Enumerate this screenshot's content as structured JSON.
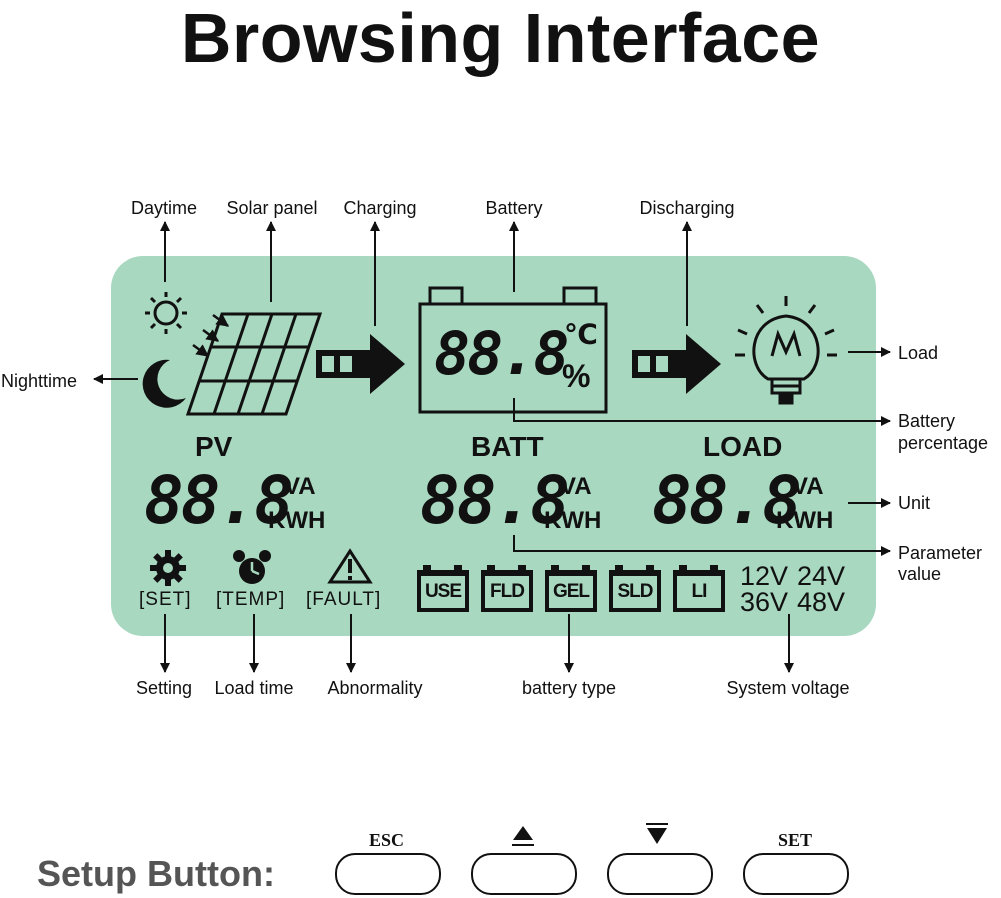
{
  "title": "Browsing Interface",
  "annotations": {
    "daytime": "Daytime",
    "solar_panel": "Solar panel",
    "charging": "Charging",
    "battery": "Battery",
    "discharging": "Discharging",
    "load": "Load",
    "nighttime": "Nighttime",
    "battery_percentage_line1": "Battery",
    "battery_percentage_line2": "percentage",
    "unit": "Unit",
    "parameter_value_line1": "Parameter",
    "parameter_value_line2": "value",
    "setting": "Setting",
    "load_time": "Load time",
    "abnormality": "Abnormality",
    "battery_type": "battery type",
    "system_voltage": "System voltage"
  },
  "display": {
    "battery_readout": "88.8",
    "celsius": "℃",
    "percent": "%",
    "pv_header": "PV",
    "batt_header": "BATT",
    "load_header": "LOAD",
    "pv_value": "88.8",
    "batt_value": "88.8",
    "load_value": "88.8",
    "unit_va": "VA",
    "unit_kwh": "KWH",
    "set_label": "[SET]",
    "temp_label": "[TEMP]",
    "fault_label": "[FAULT]",
    "battery_types": [
      "USE",
      "FLD",
      "GEL",
      "SLD",
      "LI"
    ],
    "voltages": [
      "12V",
      "24V",
      "36V",
      "48V"
    ]
  },
  "buttons": {
    "setup_label": "Setup Button:",
    "esc": "ESC",
    "up_icon": "up-triangle-icon",
    "down_icon": "down-triangle-icon",
    "set": "SET"
  },
  "colors": {
    "lcd_background": "#a8d8c0",
    "foreground": "#111111",
    "setup_label_color": "#555555"
  }
}
